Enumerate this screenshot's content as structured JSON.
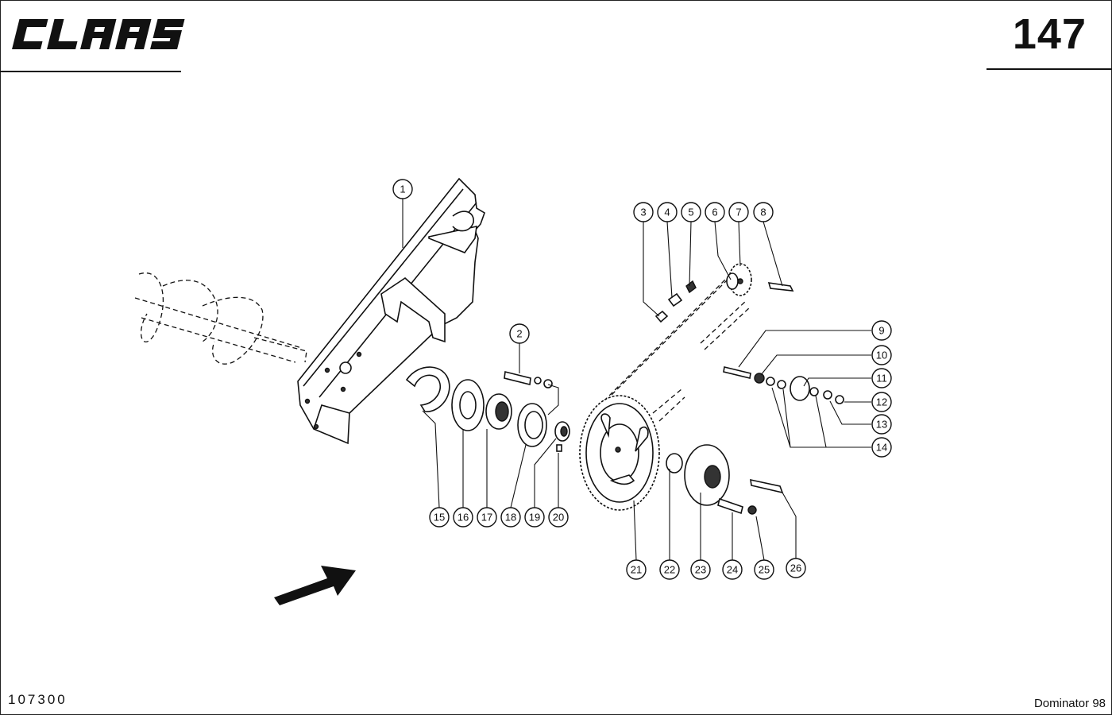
{
  "header": {
    "brand": "CLAAS",
    "page_number": "147"
  },
  "footer": {
    "drawing_number": "107300",
    "model": "Dominator 98"
  },
  "callouts": [
    "1",
    "2",
    "3",
    "4",
    "5",
    "6",
    "7",
    "8",
    "9",
    "10",
    "11",
    "12",
    "13",
    "14",
    "15",
    "16",
    "17",
    "18",
    "19",
    "20",
    "21",
    "22",
    "23",
    "24",
    "25",
    "26"
  ],
  "colors": {
    "ink": "#111111",
    "paper": "#ffffff"
  },
  "icons": {
    "direction": "travel-direction-arrow-icon",
    "logo": "claas-logo"
  }
}
